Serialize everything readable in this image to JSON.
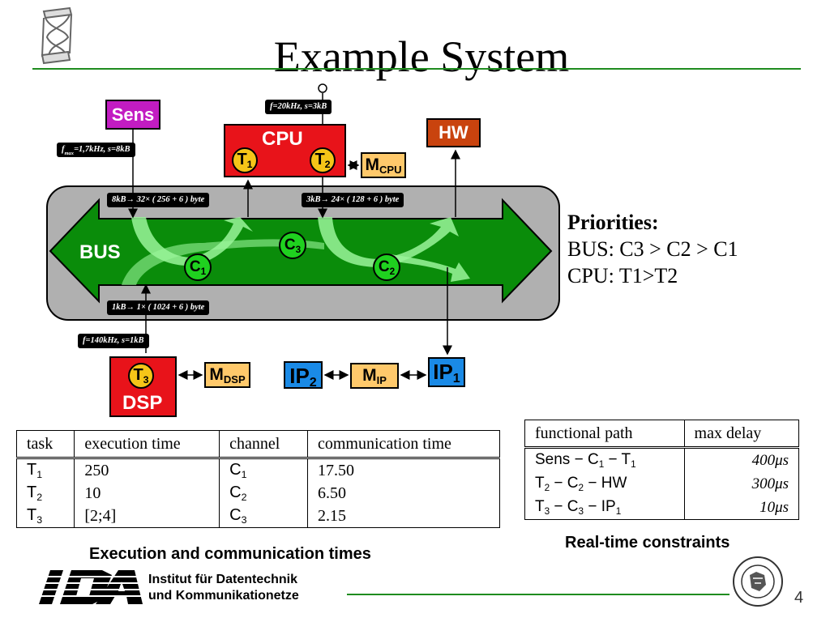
{
  "slide": {
    "title": "Example System",
    "page_number": "4"
  },
  "diagram": {
    "sens": "Sens",
    "cpu": "CPU",
    "hw": "HW",
    "dsp": "DSP",
    "bus": "BUS",
    "mem_prefix": "M",
    "mcpu_sub": "CPU",
    "mdsp_sub": "DSP",
    "mip_sub": "IP",
    "ip_prefix": "IP",
    "ip1_sub": "1",
    "ip2_sub": "2",
    "t_prefix": "T",
    "t1_sub": "1",
    "t2_sub": "2",
    "t3_sub": "3",
    "c_prefix": "C",
    "c1_sub": "1",
    "c2_sub": "2",
    "c3_sub": "3",
    "tag_sens_a": "f",
    "tag_sens_sub": "max",
    "tag_sens_b": "=1,7kHz, s=8kB",
    "tag_cpu_in": "f=20kHz, s=3kB",
    "tag_bus_c1": "8kB→ 32× ( 256 + 6 ) byte",
    "tag_bus_c2": "3kB→ 24× ( 128 + 6 ) byte",
    "tag_bus_c3": "1kB→ 1× ( 1024 + 6 ) byte",
    "tag_dsp": "f=140kHz, s=1kB"
  },
  "priorities": {
    "heading": "Priorities:",
    "bus": "BUS: C3 > C2 > C1",
    "cpu": "CPU: T1>T2"
  },
  "exec_table": {
    "headers": [
      "task",
      "execution time",
      "channel",
      "communication time"
    ],
    "rows": [
      {
        "task": "T",
        "task_sub": "1",
        "exec": "250",
        "channel": "C",
        "channel_sub": "1",
        "comm": "17.50"
      },
      {
        "task": "T",
        "task_sub": "2",
        "exec": "10",
        "channel": "C",
        "channel_sub": "2",
        "comm": "6.50"
      },
      {
        "task": "T",
        "task_sub": "3",
        "exec": "[2;4]",
        "channel": "C",
        "channel_sub": "3",
        "comm": "2.15"
      }
    ],
    "caption": "Execution and communication times"
  },
  "rt_table": {
    "headers": [
      "functional path",
      "max delay"
    ],
    "rows": [
      {
        "a": "Sens − C",
        "a_sub": "1",
        "b": " − T",
        "b_sub": "1",
        "delay": "400μs"
      },
      {
        "a": "T",
        "a_sub": "2",
        "b": " − C",
        "b_sub": "2",
        "c": " − HW",
        "delay": "300μs"
      },
      {
        "a": "T",
        "a_sub": "3",
        "b": " − C",
        "b_sub": "3",
        "c": " − IP",
        "c_sub": "1",
        "delay": "10μs"
      }
    ],
    "caption": "Real-time constraints"
  },
  "footer": {
    "logo_text": "IDA",
    "institute_line1": "Institut für Datentechnik",
    "institute_line2": "und Kommunikationetze"
  },
  "colors": {
    "bus_green": "#0a8c0a",
    "rule_green": "#1f8c1f",
    "cpu_red": "#e8131a",
    "sens_magenta": "#c21cc2",
    "ip_blue": "#1a8ae6",
    "mem_orange": "#ffc96b",
    "task_yellow": "#f5c518"
  },
  "icons": {
    "top_left": "hourglass-logo-icon",
    "bottom_right": "university-seal-icon"
  }
}
